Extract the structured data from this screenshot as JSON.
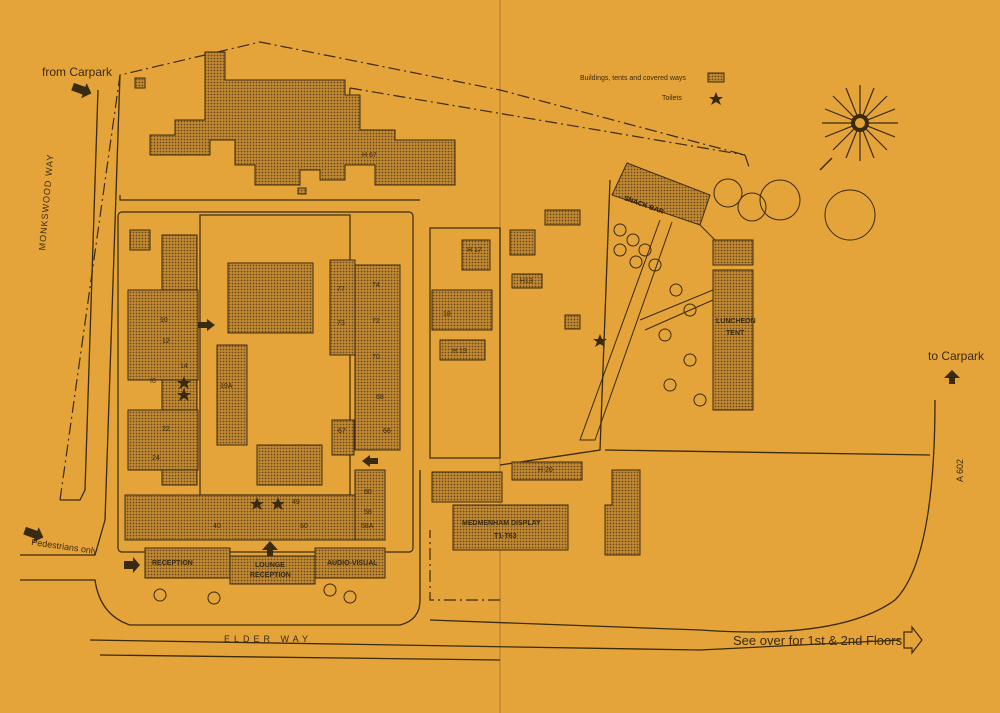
{
  "legend": {
    "buildings_label": "Buildings, tents and covered ways",
    "toilets_label": "Toilets"
  },
  "directions": {
    "from_carpark": "from Carpark",
    "to_carpark": "to Carpark",
    "pedestrians_only": "Pedestrians only",
    "see_over": "See over for 1st & 2nd Floors"
  },
  "roads": {
    "monkswood_way": "MONKSWOOD WAY",
    "elder_way": "ELDER WAY",
    "a602": "A 602"
  },
  "buildings": {
    "snack_bar": "SNACK BAR",
    "luncheon_tent_1": "LUNCHEON",
    "luncheon_tent_2": "TENT",
    "reception": "RECEPTION",
    "lounge_1": "LOUNGE",
    "lounge_2": "RECEPTION",
    "audio_visual": "AUDIO-VISUAL",
    "medmenham_1": "MEDMENHAM DISPLAY",
    "medmenham_2": "T1-T63"
  },
  "rooms": {
    "r_h67": "H 67",
    "r_h17": "H 17",
    "r_h13": "H13",
    "r_h19": "H 19",
    "r_h20": "H 20",
    "r_18": "18",
    "r_10": "10",
    "r_12": "12",
    "r_14": "14",
    "r_16": "I6",
    "r_19a": "19A",
    "r_22": "22",
    "r_24": "24",
    "r_40": "40",
    "r_49": "49",
    "r_50": "50",
    "r_58a": "58A",
    "r_58": "58",
    "r_60": "60",
    "r_66": "66",
    "r_67": "67",
    "r_68": "68",
    "r_70": "70",
    "r_72": "72",
    "r_73": "73",
    "r_74": "74",
    "r_77": "77"
  },
  "colors": {
    "paper": "#e5a43a",
    "ink": "#3a2a10",
    "hatch": "#8a5f22"
  }
}
